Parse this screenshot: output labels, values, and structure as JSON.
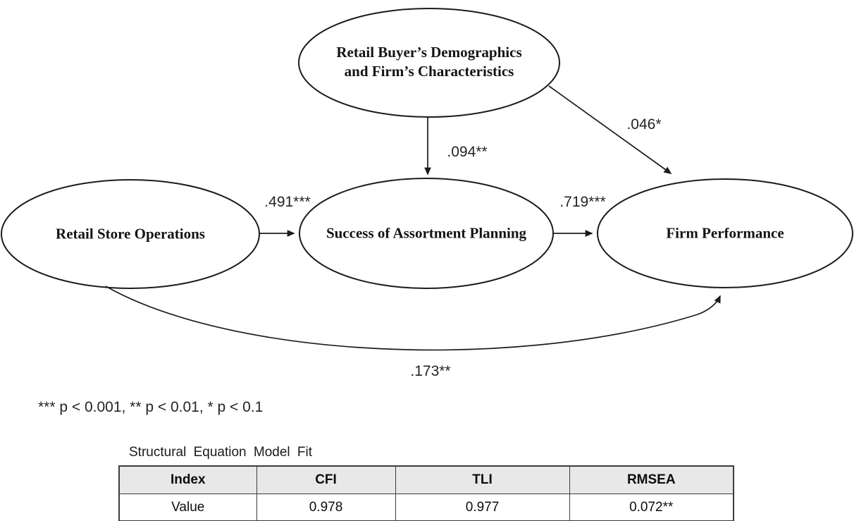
{
  "diagram": {
    "nodes": {
      "demographics": {
        "line1": "Retail Buyer’s Demographics",
        "line2": "and Firm’s Characteristics"
      },
      "store_operations": {
        "label": "Retail Store Operations"
      },
      "assortment_planning": {
        "label": "Success of Assortment Planning"
      },
      "firm_performance": {
        "label": "Firm Performance"
      }
    },
    "paths": {
      "demographics_to_assortment": ".094**",
      "demographics_to_performance": ".046*",
      "operations_to_assortment": ".491***",
      "assortment_to_performance": ".719***",
      "operations_to_performance": ".173**"
    },
    "significance_note": "*** p < 0.001, ** p < 0.01, * p < 0.1"
  },
  "fit_table": {
    "title": "Structural Equation Model Fit",
    "headers": [
      "Index",
      "CFI",
      "TLI",
      "RMSEA"
    ],
    "rows": [
      [
        "Value",
        "0.978",
        "0.977",
        "0.072**"
      ]
    ]
  },
  "colors": {
    "ink": "#1a1a1a",
    "table_header_bg": "#e8e8e8",
    "background": "#ffffff"
  }
}
